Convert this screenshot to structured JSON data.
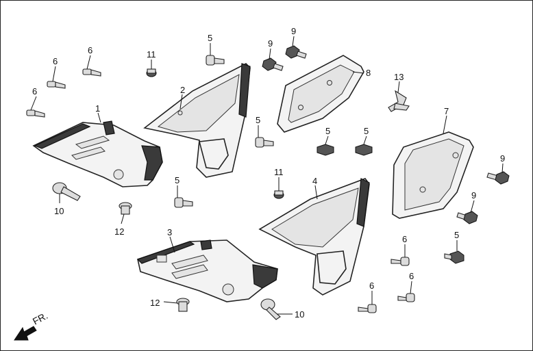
{
  "diagram": {
    "front_marker": "FR.",
    "callouts": [
      {
        "id": "c1",
        "label": "1"
      },
      {
        "id": "c2",
        "label": "2"
      },
      {
        "id": "c3",
        "label": "3"
      },
      {
        "id": "c4",
        "label": "4"
      },
      {
        "id": "c5a",
        "label": "5"
      },
      {
        "id": "c5b",
        "label": "5"
      },
      {
        "id": "c5c",
        "label": "5"
      },
      {
        "id": "c5d",
        "label": "5"
      },
      {
        "id": "c5e",
        "label": "5"
      },
      {
        "id": "c5f",
        "label": "5"
      },
      {
        "id": "c6a",
        "label": "6"
      },
      {
        "id": "c6b",
        "label": "6"
      },
      {
        "id": "c6c",
        "label": "6"
      },
      {
        "id": "c6d",
        "label": "6"
      },
      {
        "id": "c6e",
        "label": "6"
      },
      {
        "id": "c6f",
        "label": "6"
      },
      {
        "id": "c7",
        "label": "7"
      },
      {
        "id": "c8",
        "label": "8"
      },
      {
        "id": "c9a",
        "label": "9"
      },
      {
        "id": "c9b",
        "label": "9"
      },
      {
        "id": "c9c",
        "label": "9"
      },
      {
        "id": "c9d",
        "label": "9"
      },
      {
        "id": "c10a",
        "label": "10"
      },
      {
        "id": "c10b",
        "label": "10"
      },
      {
        "id": "c11a",
        "label": "11"
      },
      {
        "id": "c11b",
        "label": "11"
      },
      {
        "id": "c12a",
        "label": "12"
      },
      {
        "id": "c12b",
        "label": "12"
      },
      {
        "id": "c13",
        "label": "13"
      }
    ]
  }
}
